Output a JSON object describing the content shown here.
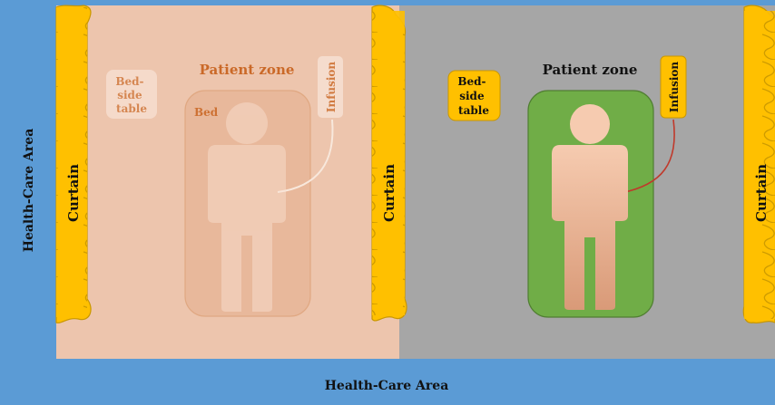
{
  "health_care_area": {
    "label_left": "Health-Care Area",
    "label_bottom": "Health-Care Area",
    "color": "#5b9bd5"
  },
  "rooms": [
    {
      "background": "#edc5ad",
      "faded": true,
      "patient_zone_label": "Patient zone",
      "bed_label": "Bed",
      "bedside_table_label": [
        "Bed-",
        "side",
        "table"
      ],
      "infusion_label": "Infusion",
      "curtain_label": "Curtain"
    },
    {
      "background": "#a6a6a6",
      "faded": false,
      "patient_zone_label": "Patient zone",
      "bed_label": "",
      "bedside_table_label": [
        "Bed-",
        "side",
        "table"
      ],
      "infusion_label": "Infusion",
      "curtain_label": "Curtain"
    }
  ],
  "middle_curtain_label": "Curtain",
  "right_curtain_label": "Curtain",
  "colors": {
    "curtain": "#ffc000",
    "curtain_stroke": "#c99700",
    "bed_active": "#70ad47",
    "table_active": "#ffc000",
    "patient_skin_top": "#f6cbb0",
    "patient_skin_bottom": "#d99a78",
    "infusion_line_active": "#c0392b",
    "infusion_line_faded": "#f8e8dc",
    "text_faded": "#c55a11",
    "text_dark": "#111111"
  }
}
